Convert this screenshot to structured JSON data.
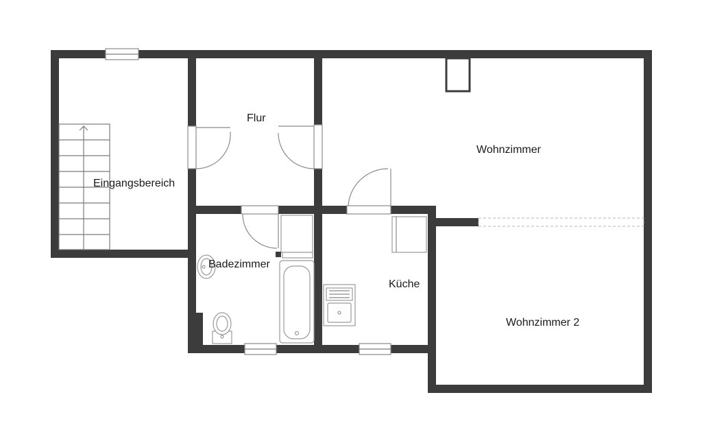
{
  "floor_plan": {
    "rooms": {
      "eingangsbereich": "Eingangsbereich",
      "flur": "Flur",
      "wohnzimmer": "Wohnzimmer",
      "badezimmer": "Badezimmer",
      "kueche": "Küche",
      "wohnzimmer2": "Wohnzimmer 2"
    },
    "colors": {
      "wall": "#3c3c3c",
      "fixture_stroke": "#9a9a9a",
      "background": "#ffffff"
    }
  }
}
